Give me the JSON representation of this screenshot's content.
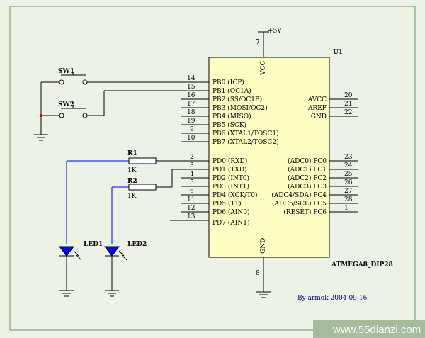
{
  "chip": {
    "ref": "U1",
    "part": "ATMEGA8_DIP28",
    "vcc": {
      "num": "7",
      "name": "VCC",
      "supply": "+5V"
    },
    "gnd": {
      "num": "8",
      "name": "GND"
    },
    "left_pins": [
      {
        "num": "14",
        "name": "PB0 (ICP)"
      },
      {
        "num": "15",
        "name": "PB1 (OC1A)"
      },
      {
        "num": "16",
        "name": "PB2 (SS/OC1B)"
      },
      {
        "num": "17",
        "name": "PB3 (MOSI/OC2)"
      },
      {
        "num": "18",
        "name": "PB4 (MISO)"
      },
      {
        "num": "19",
        "name": "PB5 (SCK)"
      },
      {
        "num": "9",
        "name": "PB6 (XTAL1/TOSC1)"
      },
      {
        "num": "10",
        "name": "PB7 (XTAL2/TOSC2)"
      },
      {
        "num": "2",
        "name": "PD0 (RXD)"
      },
      {
        "num": "3",
        "name": "PD1 (TXD)"
      },
      {
        "num": "4",
        "name": "PD2 (INT0)"
      },
      {
        "num": "5",
        "name": "PD3 (INT1)"
      },
      {
        "num": "6",
        "name": "PD4 (XCK/T0)"
      },
      {
        "num": "11",
        "name": "PD5 (T1)"
      },
      {
        "num": "12",
        "name": "PD6 (AIN0)"
      },
      {
        "num": "13",
        "name": "PD7 (AIN1)"
      }
    ],
    "right_pins": [
      {
        "num": "20",
        "name": "AVCC"
      },
      {
        "num": "21",
        "name": "AREF"
      },
      {
        "num": "22",
        "name": "GND"
      },
      {
        "num": "23",
        "name": "(ADC0) PC0"
      },
      {
        "num": "24",
        "name": "(ADC1) PC1"
      },
      {
        "num": "25",
        "name": "(ADC2) PC2"
      },
      {
        "num": "26",
        "name": "(ADC3) PC3"
      },
      {
        "num": "27",
        "name": "(ADC4/SDA) PC4"
      },
      {
        "num": "28",
        "name": "(ADC5/SCL) PC5"
      },
      {
        "num": "1",
        "name": "(RESET) PC6"
      }
    ]
  },
  "switches": [
    {
      "label": "SW1"
    },
    {
      "label": "SW2"
    }
  ],
  "resistors": [
    {
      "ref": "R1",
      "value": "1K"
    },
    {
      "ref": "R2",
      "value": "1K"
    }
  ],
  "leds": [
    {
      "label": "LED1"
    },
    {
      "label": "LED2"
    }
  ],
  "author": "By armok 2004-09-16",
  "watermark": "www.55dianzi.com",
  "colors": {
    "background": "#ecf3e6",
    "chip_fill": "#ffffc4",
    "wire": "#000000",
    "led_wire": "#0000ff",
    "author": "#00008b",
    "watermark": "#ffffff"
  }
}
